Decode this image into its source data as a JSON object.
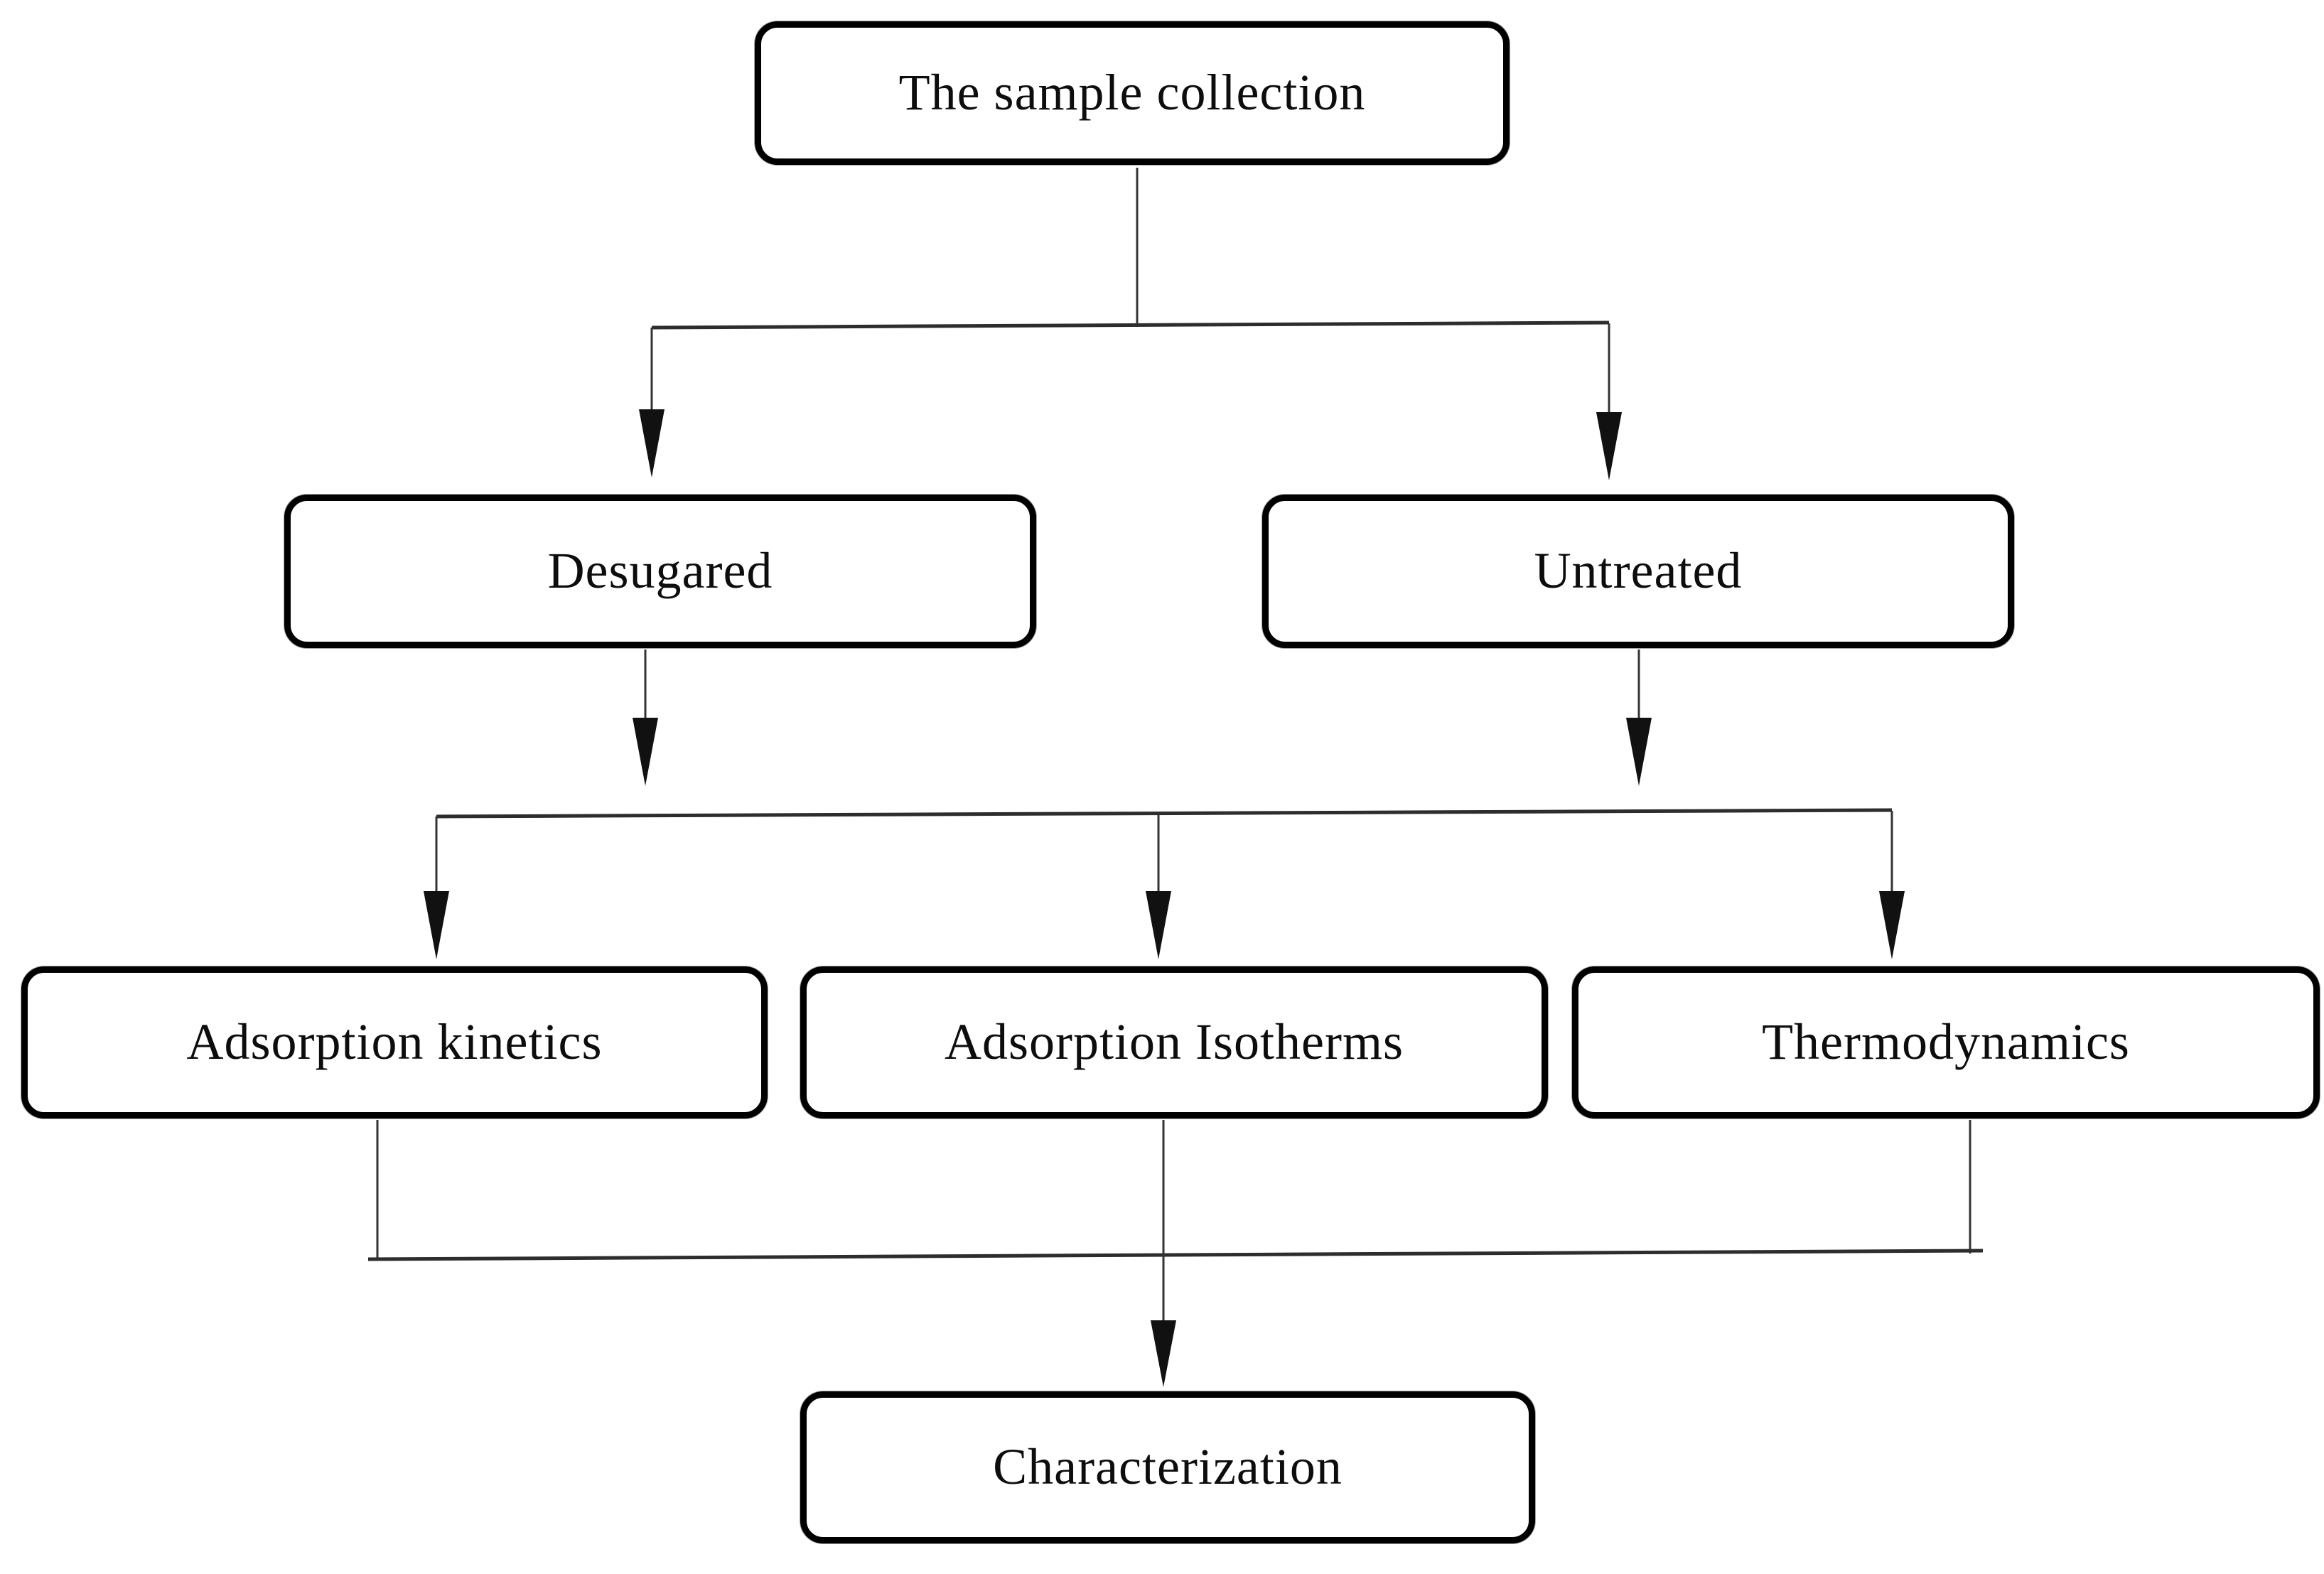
{
  "figure": {
    "type": "flowchart",
    "background_color": "#ffffff",
    "box_border_color": "#000000",
    "box_fill_color": "#ffffff",
    "text_color": "#0d0d0d",
    "connector_color": "#2d2d2d",
    "nodes": [
      {
        "id": "sample-collection",
        "label": "The sample collection",
        "level": 1
      },
      {
        "id": "desugared",
        "label": "Desugared",
        "level": 2
      },
      {
        "id": "untreated",
        "label": "Untreated",
        "level": 2
      },
      {
        "id": "adsorption-kinetics",
        "label": "Adsorption kinetics",
        "level": 3
      },
      {
        "id": "adsorption-isotherms",
        "label": "Adsorption Isotherms",
        "level": 3
      },
      {
        "id": "thermodynamics",
        "label": "Thermodynamics",
        "level": 3
      },
      {
        "id": "characterization",
        "label": "Characterization",
        "level": 4
      }
    ],
    "edges": [
      {
        "from": "sample-collection",
        "to": "desugared"
      },
      {
        "from": "sample-collection",
        "to": "untreated"
      },
      {
        "from": "desugared",
        "to": "adsorption-kinetics"
      },
      {
        "from": "desugared",
        "to": "adsorption-isotherms"
      },
      {
        "from": "desugared",
        "to": "thermodynamics"
      },
      {
        "from": "untreated",
        "to": "adsorption-kinetics"
      },
      {
        "from": "untreated",
        "to": "adsorption-isotherms"
      },
      {
        "from": "untreated",
        "to": "thermodynamics"
      },
      {
        "from": "adsorption-kinetics",
        "to": "characterization"
      },
      {
        "from": "adsorption-isotherms",
        "to": "characterization"
      },
      {
        "from": "thermodynamics",
        "to": "characterization"
      }
    ]
  }
}
